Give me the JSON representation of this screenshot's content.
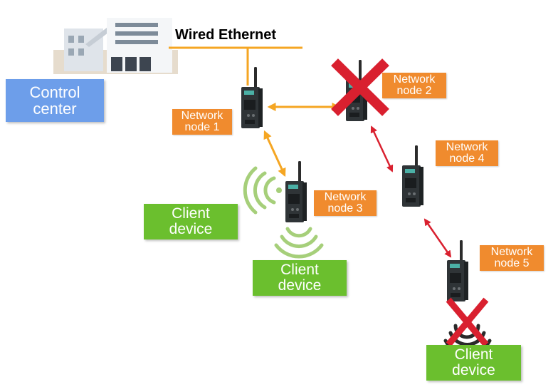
{
  "header": {
    "wired_ethernet": "Wired Ethernet"
  },
  "control_center": {
    "label": "Control\ncenter"
  },
  "nodes": [
    {
      "label": "Network\nnode 1",
      "status": "online"
    },
    {
      "label": "Network\nnode 2",
      "status": "failed"
    },
    {
      "label": "Network\nnode 3",
      "status": "online"
    },
    {
      "label": "Network\nnode 4",
      "status": "online"
    },
    {
      "label": "Network\nnode 5",
      "status": "online"
    }
  ],
  "clients": [
    {
      "label": "Client\ndevice",
      "status": "connected"
    },
    {
      "label": "Client\ndevice",
      "status": "connected"
    },
    {
      "label": "Client\ndevice",
      "status": "disconnected"
    }
  ],
  "colors": {
    "wired_link": "#f5a623",
    "wireless_link_primary": "#f5a623",
    "wireless_link_secondary": "#d9202f",
    "failure_mark": "#d9202f",
    "wifi_signal": "#a6cf7a",
    "node_label_bg": "#f08b2e",
    "client_bg": "#6bbf2e",
    "control_bg": "#6d9eea"
  }
}
